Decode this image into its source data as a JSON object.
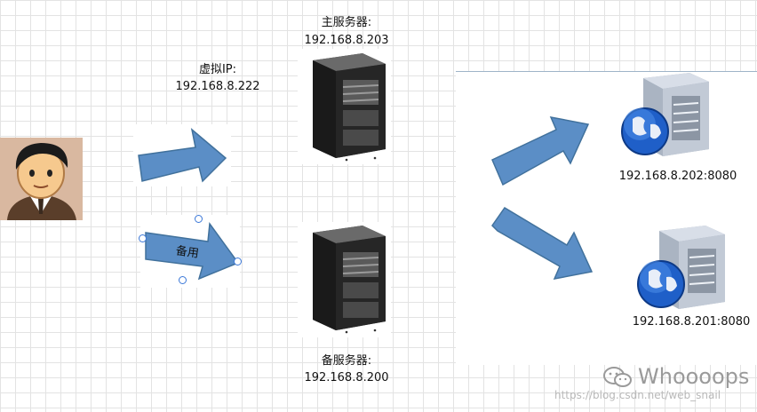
{
  "nodes": {
    "vip": {
      "title": "虚拟IP:",
      "ip": "192.168.8.222"
    },
    "primary": {
      "title": "主服务器:",
      "ip": "192.168.8.203"
    },
    "backup": {
      "title": "备服务器:",
      "ip": "192.168.8.200"
    },
    "web1": {
      "ip": "192.168.8.202:8080"
    },
    "web2": {
      "ip": "192.168.8.201:8080"
    }
  },
  "arrows": {
    "backup_label": "备用"
  },
  "watermark": {
    "brand": "Whoooops",
    "url": "https://blog.csdn.net/web_snail"
  },
  "colors": {
    "arrow_fill": "#5b8ec6",
    "arrow_stroke": "#41719c",
    "handle": "#3b78d8"
  }
}
